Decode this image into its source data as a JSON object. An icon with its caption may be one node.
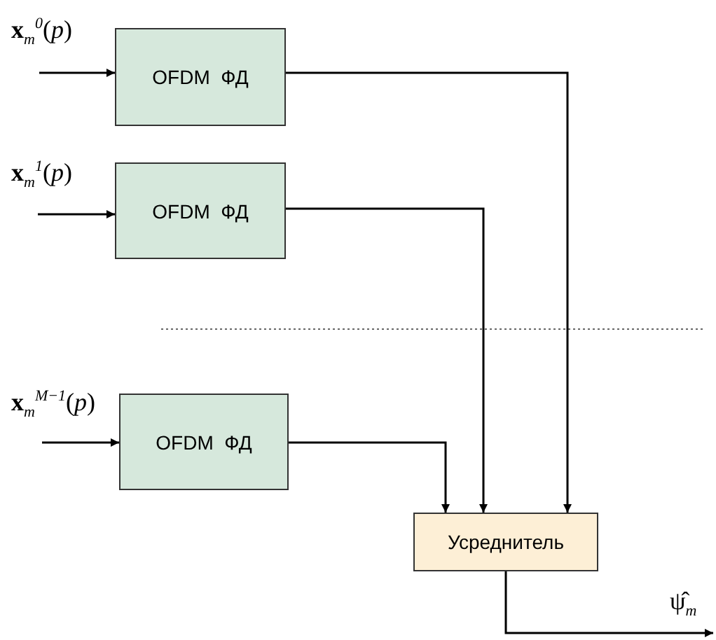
{
  "diagram": {
    "nodes": [
      {
        "text": [
          "OFDM  ФД"
        ]
      },
      {
        "text": [
          "OFDM  ФД"
        ]
      },
      {
        "text": [
          "OFDM  ФД"
        ]
      },
      {
        "text": [
          "Усреднитель"
        ]
      }
    ],
    "edges": [
      {
        "from": null,
        "to": 0,
        "arrow": "to",
        "label": "**x**$_{m}$$^{0}$(*p*)"
      },
      {
        "from": null,
        "to": 1,
        "arrow": "to",
        "label": "**x**$_{m}$$^{1}$(*p*)"
      },
      {
        "from": null,
        "to": 2,
        "arrow": "to",
        "label": "**x**$_{m}$$^{M−1}$(*p*)"
      },
      {
        "from": 0,
        "to": 3,
        "arrow": "to"
      },
      {
        "from": 1,
        "to": 3,
        "arrow": "to"
      },
      {
        "from": 2,
        "to": 3,
        "arrow": "to"
      },
      {
        "from": 3,
        "to": null,
        "arrow": "to",
        "label": "ψ̂$_{m}$"
      }
    ]
  }
}
